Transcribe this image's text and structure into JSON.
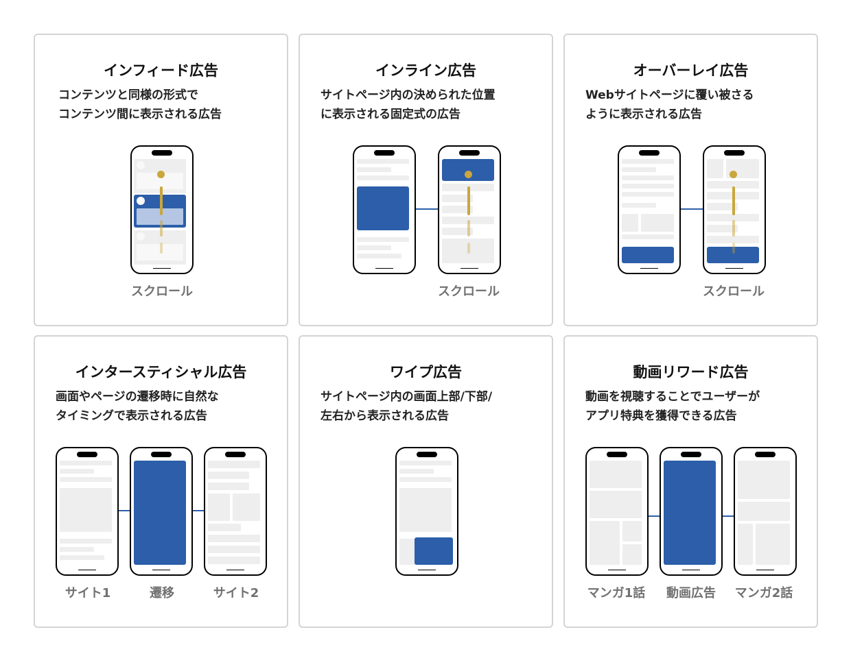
{
  "cards": [
    {
      "title": "インフィード広告",
      "desc": [
        "コンテンツと同様の形式で",
        "コンテンツ間に表示される広告"
      ],
      "labels": [
        "スクロール"
      ]
    },
    {
      "title": "インライン広告",
      "desc": [
        "サイトページ内の決められた位置",
        "に表示される固定式の広告"
      ],
      "labels": [
        "スクロール"
      ]
    },
    {
      "title": "オーバーレイ広告",
      "desc": [
        "Webサイトページに覆い被さる",
        "ように表示される広告"
      ],
      "labels": [
        "スクロール"
      ]
    },
    {
      "title": "インタースティシャル広告",
      "desc": [
        "画面やページの遷移時に自然な",
        "タイミングで表示される広告"
      ],
      "labels": [
        "サイト1",
        "遷移",
        "サイト2"
      ]
    },
    {
      "title": "ワイプ広告",
      "desc": [
        "サイトページ内の画面上部/下部/",
        "左右から表示される広告"
      ],
      "labels": []
    },
    {
      "title": "動画リワード広告",
      "desc": [
        "動画を視聴することでユーザーが",
        "アプリ特典を獲得できる広告"
      ],
      "labels": [
        "マンガ1話",
        "動画広告",
        "マンガ2話"
      ]
    }
  ],
  "colors": {
    "ad_blue": "#2c5ea9",
    "scroll_gold": "#c9a73c",
    "placeholder_gray": "#eeeeee"
  }
}
